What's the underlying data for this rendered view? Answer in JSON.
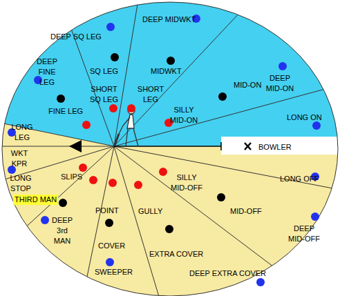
{
  "diagram": {
    "nodes": [
      {
        "text": [
          "THIRD MAN"
        ]
      }
    ],
    "labels": [
      "DEEP SQ LEG",
      "DEEP MIDWKT",
      "MIDWKT",
      "DEEP FINE LEG",
      "SQ LEG",
      "SHORT SQ LEG",
      "SHORT LEG",
      "DEEP MID-ON",
      "FINE LEG",
      "MID-ON",
      "SILLY MID-ON",
      "LONG ON",
      "LONG LEG",
      "WKT KPR",
      "BOWLER",
      "LONG STOP",
      "SLIPS",
      "SILLY MID-OFF",
      "LONG OFF",
      "POINT",
      "GULLY",
      "MID-OFF",
      "DEEP 3rd MAN",
      "COVER",
      "EXTRA COVER",
      "DEEP MID-OFF",
      "SWEEPER",
      "DEEP EXTRA COVER"
    ]
  }
}
